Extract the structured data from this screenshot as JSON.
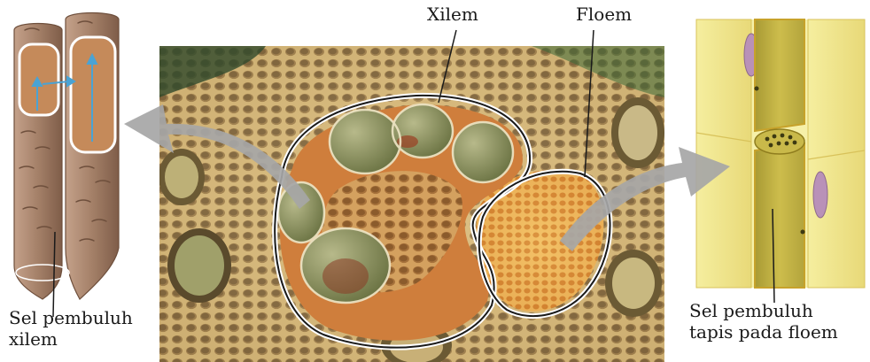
{
  "labels": {
    "xylem": "Xilem",
    "phloem": "Floem",
    "xylem_cell": [
      "Sel pembuluh",
      "xilem"
    ],
    "phloem_cell": [
      "Sel pembuluh",
      "tapis pada floem"
    ]
  },
  "colors": {
    "micrograph_tissue": "#e3c893",
    "xylem_vessel": "#8f9660",
    "phloem_region": "#e9a64a",
    "xylem_cell_brown": "#a48068",
    "phloem_cell_yellow": "#efe38a",
    "arrow_gray": "#a6a6a6",
    "outline": "#1a1a1a"
  }
}
